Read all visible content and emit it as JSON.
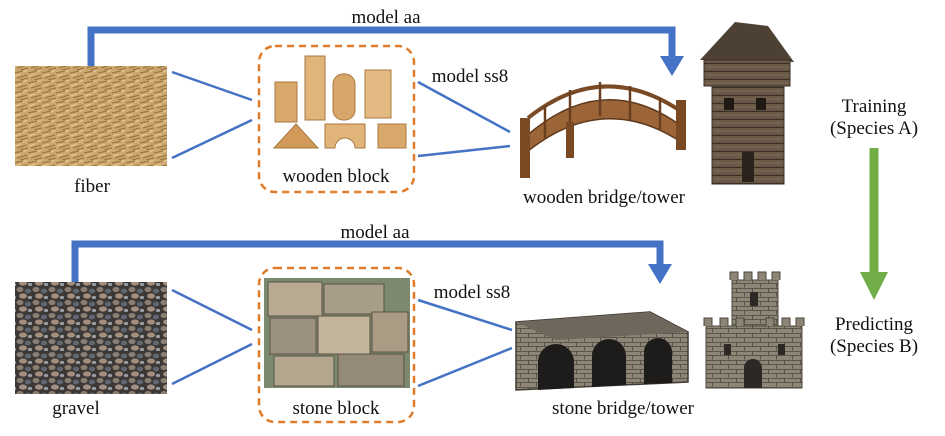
{
  "rows": [
    {
      "model_aa_label": "model aa",
      "model_ss8_label": "model ss8",
      "material_label": "fiber",
      "block_label": "wooden block",
      "structure_label": "wooden bridge/tower"
    },
    {
      "model_aa_label": "model aa",
      "model_ss8_label": "model ss8",
      "material_label": "gravel",
      "block_label": "stone block",
      "structure_label": "stone bridge/tower"
    }
  ],
  "phases": {
    "training_line1": "Training",
    "training_line2": "(Species A)",
    "predicting_line1": "Predicting",
    "predicting_line2": "(Species B)"
  },
  "colors": {
    "connector_blue": "#4472c4",
    "block_border_orange": "#e07b2a",
    "phase_arrow_green": "#70ad47"
  }
}
